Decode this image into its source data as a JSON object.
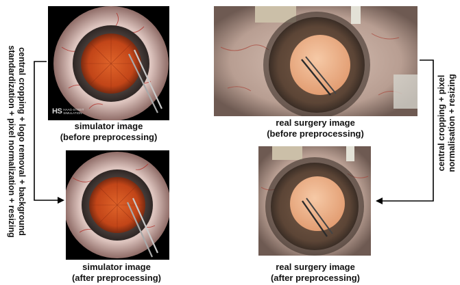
{
  "left_process_label": [
    "central cropping + logo removal + background",
    "standardization + pixel normalization + resizing"
  ],
  "right_process_label": [
    "central cropping + pixel",
    "normalisation + resizing"
  ],
  "panels": {
    "sim_before": {
      "caption": [
        "simulator image",
        "(before preprocessing)"
      ],
      "logo_mark": "HS",
      "logo_text": [
        "HAAG-STREIT",
        "SIMULATION"
      ]
    },
    "sim_after": {
      "caption": [
        "simulator image",
        "(after preprocessing)"
      ]
    },
    "real_before": {
      "caption": [
        "real surgery image",
        "(before preprocessing)"
      ]
    },
    "real_after": {
      "caption": [
        "real surgery image",
        "(after preprocessing)"
      ]
    }
  },
  "colors": {
    "arrow": "#000000",
    "iris_sim": "#c44a1c",
    "iris_real": "#e9b189",
    "sclera": "#e9dcd6"
  }
}
